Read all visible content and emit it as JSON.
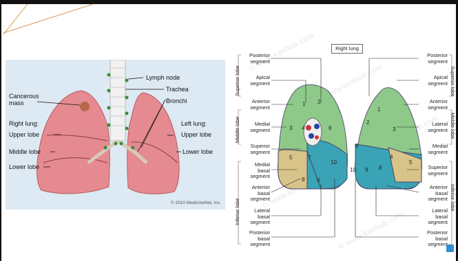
{
  "left_figure": {
    "labels": {
      "lymph_node": "Lymph node",
      "trachea": "Trachea",
      "bronchi": "Bronchi",
      "cancerous_mass": "Cancerous\nmass",
      "right_lung": "Right lung:",
      "left_lung": "Left lung:",
      "upper_lobe_right": "Upper lobe",
      "middle_lobe": "Middle lobe",
      "lower_lobe_right": "Lower lobe",
      "upper_lobe_left": "Upper lobe",
      "lower_lobe_left": "Lower lobe"
    },
    "copyright": "© 2010 MedicineNet, Inc."
  },
  "right_figure": {
    "title": "Right lung",
    "groups": {
      "superior": "Superior lobe",
      "middle": "Middle lobe",
      "inferior": "Inferior lobe"
    },
    "left_labels": [
      "Posterior\nsegment",
      "Apical\nsegment",
      "Anterior\nsegment",
      "Medial\nsegment",
      "Superior\nsegment",
      "Medial\nbasal\nsegment",
      "Anterior\nbasal\nsegment",
      "Lateral\nbasal\nsegment",
      "Posterior\nbasal\nsegment"
    ],
    "right_labels": [
      "Posterior\nsegment",
      "Apical\nsegment",
      "Anterior\nsegment",
      "Lateral\nsegment",
      "Medial\nsegment",
      "Superior\nsegment",
      "Anterior\nbasal\nsegment",
      "Lateral\nbasal\nsegment",
      "Posterior\nbasal\nsegment"
    ],
    "numbers_left": [
      "1",
      "2",
      "3",
      "4",
      "5",
      "6",
      "7",
      "8",
      "9",
      "10"
    ],
    "numbers_right": [
      "1",
      "2",
      "3",
      "4",
      "5",
      "6",
      "8",
      "9",
      "10"
    ],
    "watermark": "© www.kenhub.com",
    "colors": {
      "green": "#8fc98a",
      "teal": "#3aa3b5",
      "tan": "#d8c489"
    }
  }
}
